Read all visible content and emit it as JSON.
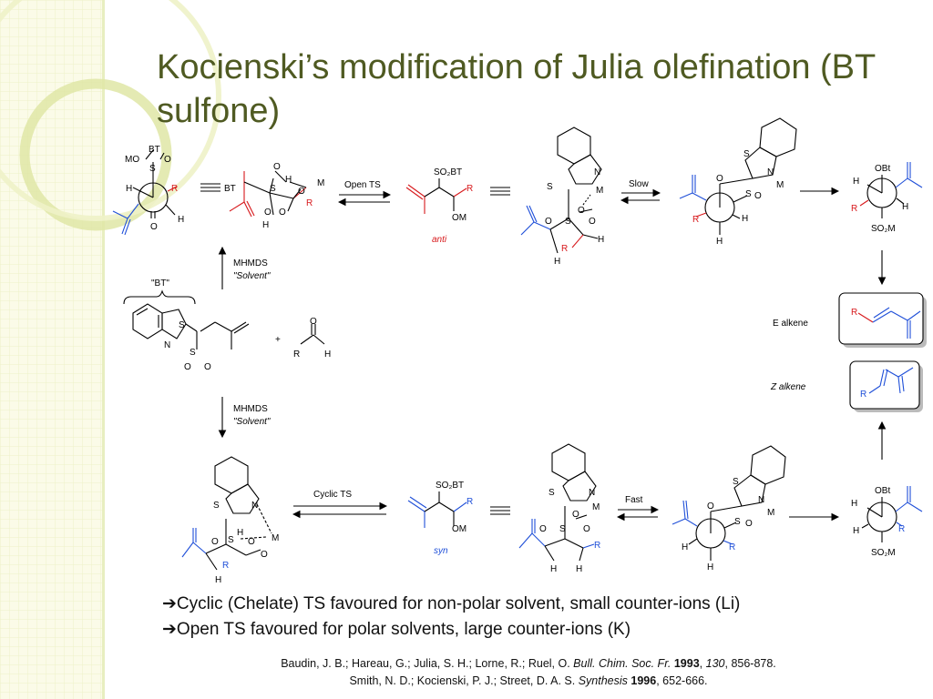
{
  "slide": {
    "title": "Kocienski’s modification of Julia olefination (BT sulfone)",
    "bullets": [
      {
        "arrow": "➔",
        "text": "Cyclic (Chelate) TS favoured for non-polar solvent, small counter-ions (Li)"
      },
      {
        "arrow": "➔",
        "text": "Open TS favoured for polar solvents, large counter-ions (K)"
      }
    ],
    "references": [
      {
        "authors": "Baudin, J. B.; Hareau, G.; Julia, S. H.; Lorne, R.; Ruel, O.",
        "journal": "Bull. Chim. Soc. Fr.",
        "year": "1993",
        "volume": "130",
        "pages": "856-878."
      },
      {
        "authors": "Smith, N. D.; Kocienski, P. J.; Street, D. A. S.",
        "journal": "Synthesis",
        "year": "1996",
        "pages": "652-666."
      }
    ]
  },
  "scheme": {
    "bt_label": "\"BT\"",
    "plus": "+",
    "reagent_top": "MHMDS",
    "solvent_top": "\"Solvent\"",
    "reagent_bottom": "MHMDS",
    "solvent_bottom": "\"Solvent\"",
    "open_ts": "Open TS",
    "cyclic_ts": "Cyclic TS",
    "slow": "Slow",
    "fast": "Fast",
    "anti": "anti",
    "syn": "syn",
    "e_alkene": "E alkene",
    "z_alkene": "Z alkene",
    "atoms": {
      "BT": "BT",
      "MO": "MO",
      "O": "O",
      "S": "S",
      "N": "N",
      "H": "H",
      "R": "R",
      "M": "M",
      "OM": "OM",
      "OBt": "OBt",
      "SO2BT": "SO₂BT",
      "SO2M": "SO₂M",
      "equiv": "≡"
    }
  },
  "colors": {
    "title": "#4f5a22",
    "red": "#d7191c",
    "blue": "#1f4fd8",
    "deco_green": "#dfe6a6",
    "deco_grid": "#eef2c8"
  }
}
